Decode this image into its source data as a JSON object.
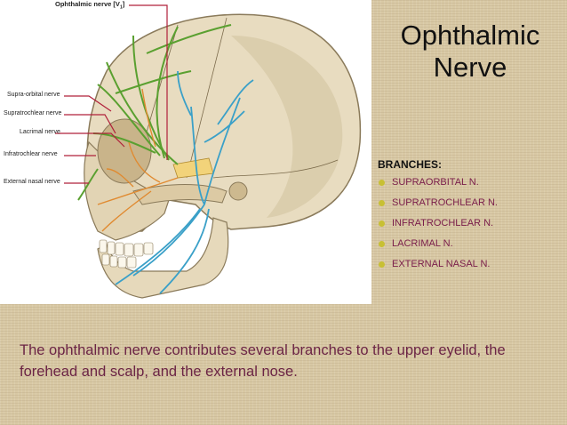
{
  "slide": {
    "title_line1": "Ophthalmic",
    "title_line2": "Nerve",
    "branches_heading": "BRANCHES:",
    "branches": [
      "SUPRAORBITAL N.",
      "SUPRATROCHLEAR N.",
      "INFRATROCHLEAR N.",
      "LACRIMAL N.",
      "EXTERNAL NASAL N."
    ],
    "description": "The ophthalmic nerve contributes several branches to the upper eyelid, the forehead and scalp, and the external nose."
  },
  "illustration": {
    "labels": {
      "ophthalmic": "Ophthalmic nerve [V",
      "ophthalmic_sub": "1",
      "ophthalmic_end": "]",
      "supraorbital": "Supra-orbital nerve",
      "supratrochlear": "Supratrochlear nerve",
      "lacrimal": "Lacrimal nerve",
      "infratrochlear": "Infratrochlear nerve",
      "external_nasal": "External nasal nerve"
    }
  },
  "colors": {
    "title_text": "#111111",
    "branch_text": "#7a1d4a",
    "bullet": "#c8c033",
    "description_text": "#6b2445",
    "leader_line": "#b0203a"
  }
}
